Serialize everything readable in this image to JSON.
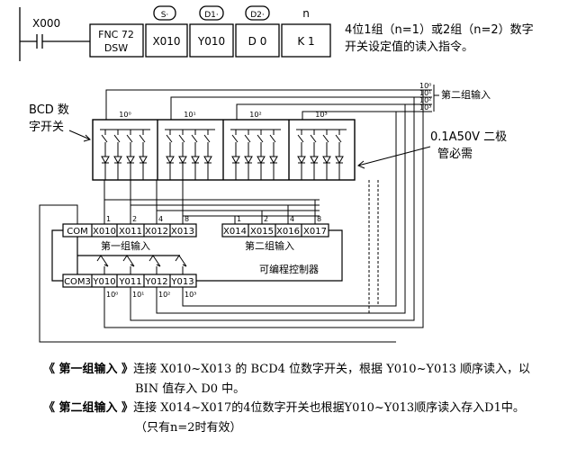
{
  "instruction": {
    "contact": "X000",
    "func_line1": "FNC 72",
    "func_line2": "DSW",
    "operand_tags": [
      "S·",
      "D1·",
      "D2·",
      "n"
    ],
    "operands": [
      "X010",
      "Y010",
      "D 0",
      "K 1"
    ],
    "desc_line1": "4位1组（n=1）或2组（n=2）数字",
    "desc_line2": "开关设定值的读入指令。"
  },
  "diagram": {
    "bcd_label_1": "BCD 数",
    "bcd_label_2": "字开关",
    "diode_note_1": "0.1A50V 二极",
    "diode_note_2": "管必需",
    "group2_top_label": "第二组输入",
    "top_bus_labels": [
      "10⁰",
      "10¹",
      "10²",
      "10³"
    ],
    "switch_digits": [
      "10⁰",
      "10¹",
      "10²",
      "10³"
    ],
    "input_terminals_g1": [
      "COM",
      "X010",
      "X011",
      "X012",
      "X013"
    ],
    "input_terminals_g2": [
      "X014",
      "X015",
      "X016",
      "X017"
    ],
    "weights": [
      "1",
      "2",
      "4",
      "8"
    ],
    "group1_label": "第一组输入",
    "group2_label": "第二组输入",
    "plc_label": "可编程控制器",
    "output_terminals": [
      "COM3",
      "Y010",
      "Y011",
      "Y012",
      "Y013"
    ],
    "output_digits": [
      "10⁰",
      "10¹",
      "10²",
      "10³"
    ]
  },
  "notes": {
    "line1_bold": "《 第一组输入 》",
    "line1_text": "连接 X010~X013 的 BCD4 位数字开关，根据 Y010~Y013 顺序读入，以",
    "line2_text": "BIN 值存入 D0 中。",
    "line3_bold": "《 第二组输入 》",
    "line3_text": "连接 X014~X017的4位数字开关也根据Y010~Y013顺序读入存入D1中。",
    "line4_text": "（只有n=2时有效）"
  }
}
